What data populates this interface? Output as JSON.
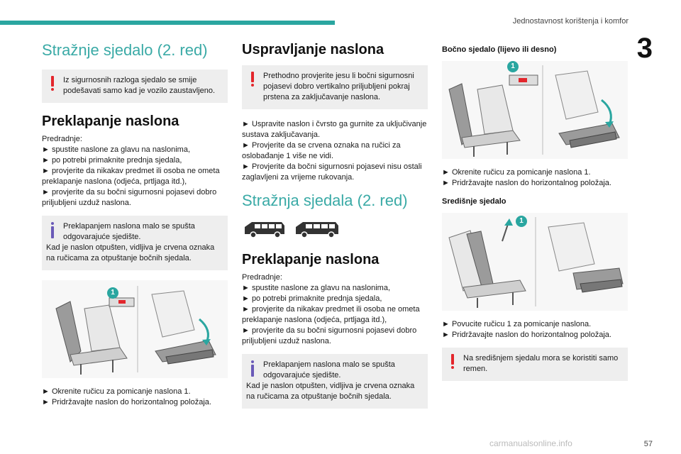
{
  "header": {
    "section_title": "Jednostavnost korištenja i komfor",
    "chapter_number": "3",
    "accent_color": "#2aa6a0"
  },
  "col1": {
    "heading1": "Stražnje sjedalo (2. red)",
    "warn1": "Iz sigurnosnih razloga sjedalo se smije podešavati samo kad je vozilo zaustavljeno.",
    "heading2": "Preklapanje naslona",
    "prereq_title": "Predradnje:",
    "prereq": [
      "► spustite naslone za glavu na naslonima,",
      "► po potrebi primaknite prednja sjedala,",
      "► provjerite da nikakav predmet ili osoba ne ometa preklapanje naslona (odjeća, prtljaga itd.),",
      "► provjerite da su bočni sigurnosni pojasevi dobro priljubljeni uzduž naslona."
    ],
    "info1_icon": "info-icon",
    "info1_a": "Preklapanjem naslona malo se spušta odgovarajuće sjedište.",
    "info1_b": "Kad je naslon otpušten, vidljiva je crvena oznaka na ručicama za otpuštanje bočnih sjedala.",
    "illus_badge": "1",
    "steps": [
      "► Okrenite ručicu za pomicanje naslona 1.",
      "► Pridržavajte naslon do horizontalnog položaja."
    ]
  },
  "col2": {
    "heading1": "Uspravljanje naslona",
    "warn1": "Prethodno provjerite jesu li bočni sigurnosni pojasevi dobro vertikalno priljubljeni pokraj prstena za zaključavanje naslona.",
    "steps": [
      "► Uspravite naslon i čvrsto ga gurnite za uključivanje sustava zaključavanja.",
      "► Provjerite da se crvena oznaka na ručici za oslobađanje 1 više ne vidi.",
      "► Provjerite da bočni sigurnosni pojasevi nisu ostali zaglavljeni za vrijeme rukovanja."
    ],
    "heading2": "Stražnja sjedala (2. red)",
    "heading3": "Preklapanje naslona",
    "prereq_title": "Predradnje:",
    "prereq": [
      "► spustite naslone za glavu na naslonima,",
      "► po potrebi primaknite prednja sjedala,",
      "► provjerite da nikakav predmet ili osoba ne ometa preklapanje naslona (odjeća, prtljaga itd.),",
      "► provjerite da su bočni sigurnosni pojasevi dobro priljubljeni uzduž naslona."
    ],
    "info1_a": "Preklapanjem naslona malo se spušta odgovarajuće sjedište.",
    "info1_b": "Kad je naslon otpušten, vidljiva je crvena oznaka na ručicama za otpuštanje bočnih sjedala."
  },
  "col3": {
    "sub1": "Bočno sjedalo (lijevo ili desno)",
    "illus1_badge": "1",
    "steps1": [
      "► Okrenite ručicu za pomicanje naslona 1.",
      "► Pridržavajte naslon do horizontalnog položaja."
    ],
    "sub2": "Središnje sjedalo",
    "illus2_badge": "1",
    "steps2": [
      "► Povucite ručicu 1 za pomicanje naslona.",
      "► Pridržavajte naslon do horizontalnog položaja."
    ],
    "warn1": "Na središnjem sjedalu mora se koristiti samo remen."
  },
  "footer": {
    "page_number": "57",
    "watermark": "carmanualsonline.info"
  }
}
